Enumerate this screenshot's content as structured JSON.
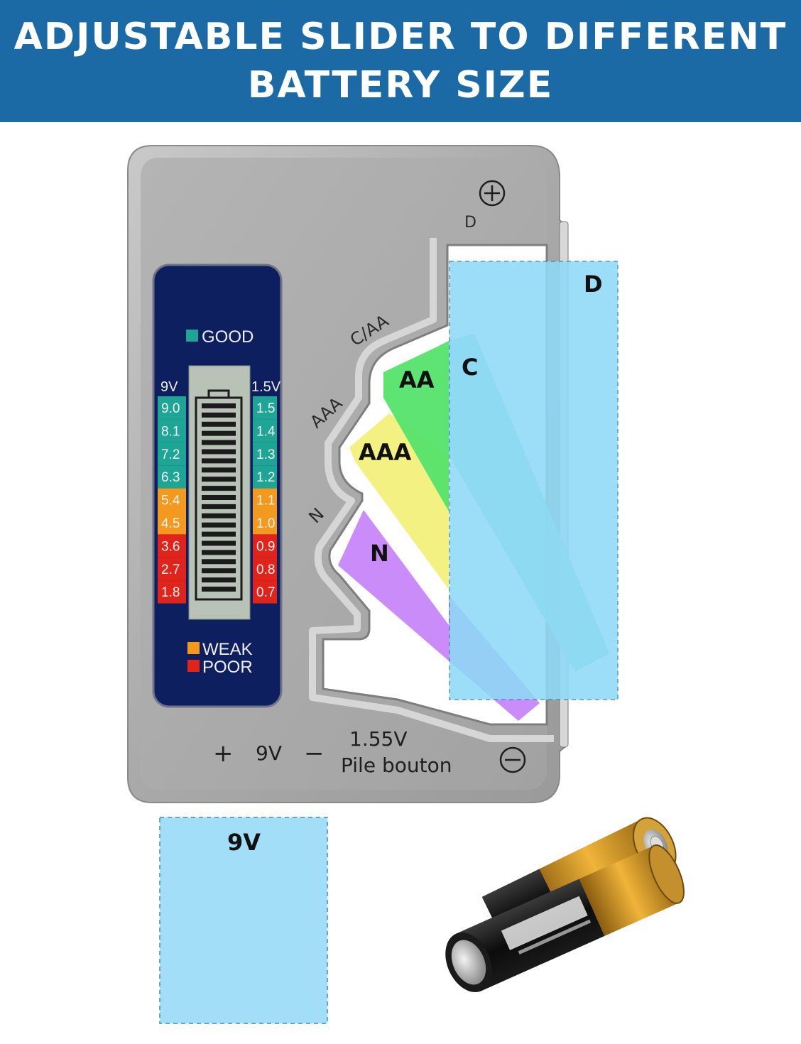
{
  "banner": {
    "line1": "ADJUSTABLE SLIDER TO DIFFERENT",
    "line2": "BATTERY SIZE"
  },
  "device": {
    "legend_good": "GOOD",
    "legend_weak": "WEAK",
    "legend_poor": "POOR",
    "left_header": "9V",
    "right_header": "1.5V",
    "left_scale": [
      "9.0",
      "8.1",
      "7.2",
      "6.3",
      "5.4",
      "4.5",
      "3.6",
      "2.7",
      "1.8"
    ],
    "right_scale": [
      "1.5",
      "1.4",
      "1.3",
      "1.2",
      "1.1",
      "1.0",
      "0.9",
      "0.8",
      "0.7"
    ],
    "slot_labels": {
      "d": "D",
      "c_aa": "C/AA",
      "aaa": "AAA",
      "n": "N"
    },
    "bottom_plus": "+",
    "bottom_9v": "9V",
    "bottom_minus": "−",
    "bottom_button_voltage": "1.55V",
    "bottom_button_name": "Pile bouton"
  },
  "overlays": {
    "d": "D",
    "c": "C",
    "aa": "AA",
    "aaa": "AAA",
    "n": "N",
    "nine_v": "9V"
  },
  "colors": {
    "banner": "#1b6aa5",
    "good": "#1fa595",
    "weak": "#f39a1e",
    "poor": "#e0241b",
    "d_zone": "#8fd9f6",
    "aa_zone": "#55e36a",
    "aaa_zone": "#f1f07a",
    "n_zone": "#c686f8"
  },
  "icons": [
    "plus-circle-icon",
    "minus-circle-icon"
  ]
}
